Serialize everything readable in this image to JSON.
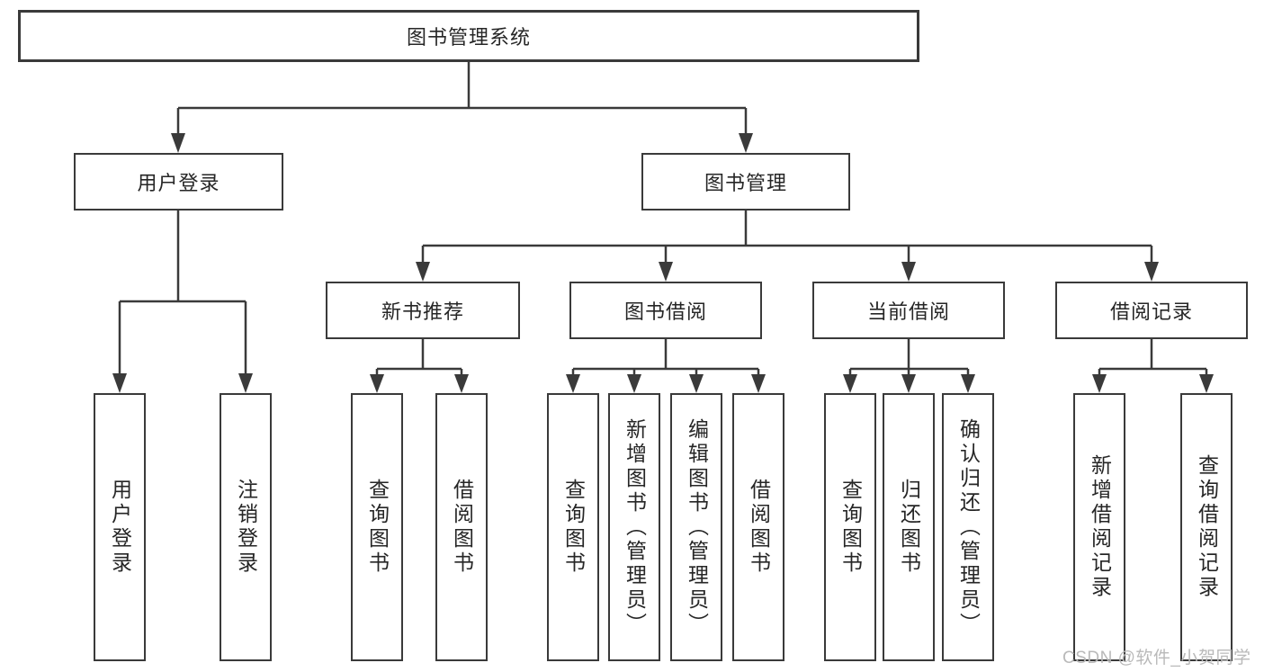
{
  "tree": {
    "label": "图书管理系统",
    "children": [
      {
        "label": "用户登录",
        "children": [
          {
            "label": "用户登录"
          },
          {
            "label": "注销登录"
          }
        ]
      },
      {
        "label": "图书管理",
        "children": [
          {
            "label": "新书推荐",
            "children": [
              {
                "label": "查询图书"
              },
              {
                "label": "借阅图书"
              }
            ]
          },
          {
            "label": "图书借阅",
            "children": [
              {
                "label": "查询图书"
              },
              {
                "label": "新增图书（管理员）"
              },
              {
                "label": "编辑图书（管理员）"
              },
              {
                "label": "借阅图书"
              }
            ]
          },
          {
            "label": "当前借阅",
            "children": [
              {
                "label": "查询图书"
              },
              {
                "label": "归还图书"
              },
              {
                "label": "确认归还（管理员）"
              }
            ]
          },
          {
            "label": "借阅记录",
            "children": [
              {
                "label": "新增借阅记录"
              },
              {
                "label": "查询借阅记录"
              }
            ]
          }
        ]
      }
    ]
  },
  "watermark": {
    "text": "CSDN @软件_小贺同学"
  },
  "colors": {
    "line": "#3a3a3a",
    "text": "#262626",
    "watermark": "#b9b9b9",
    "background": "#ffffff"
  }
}
